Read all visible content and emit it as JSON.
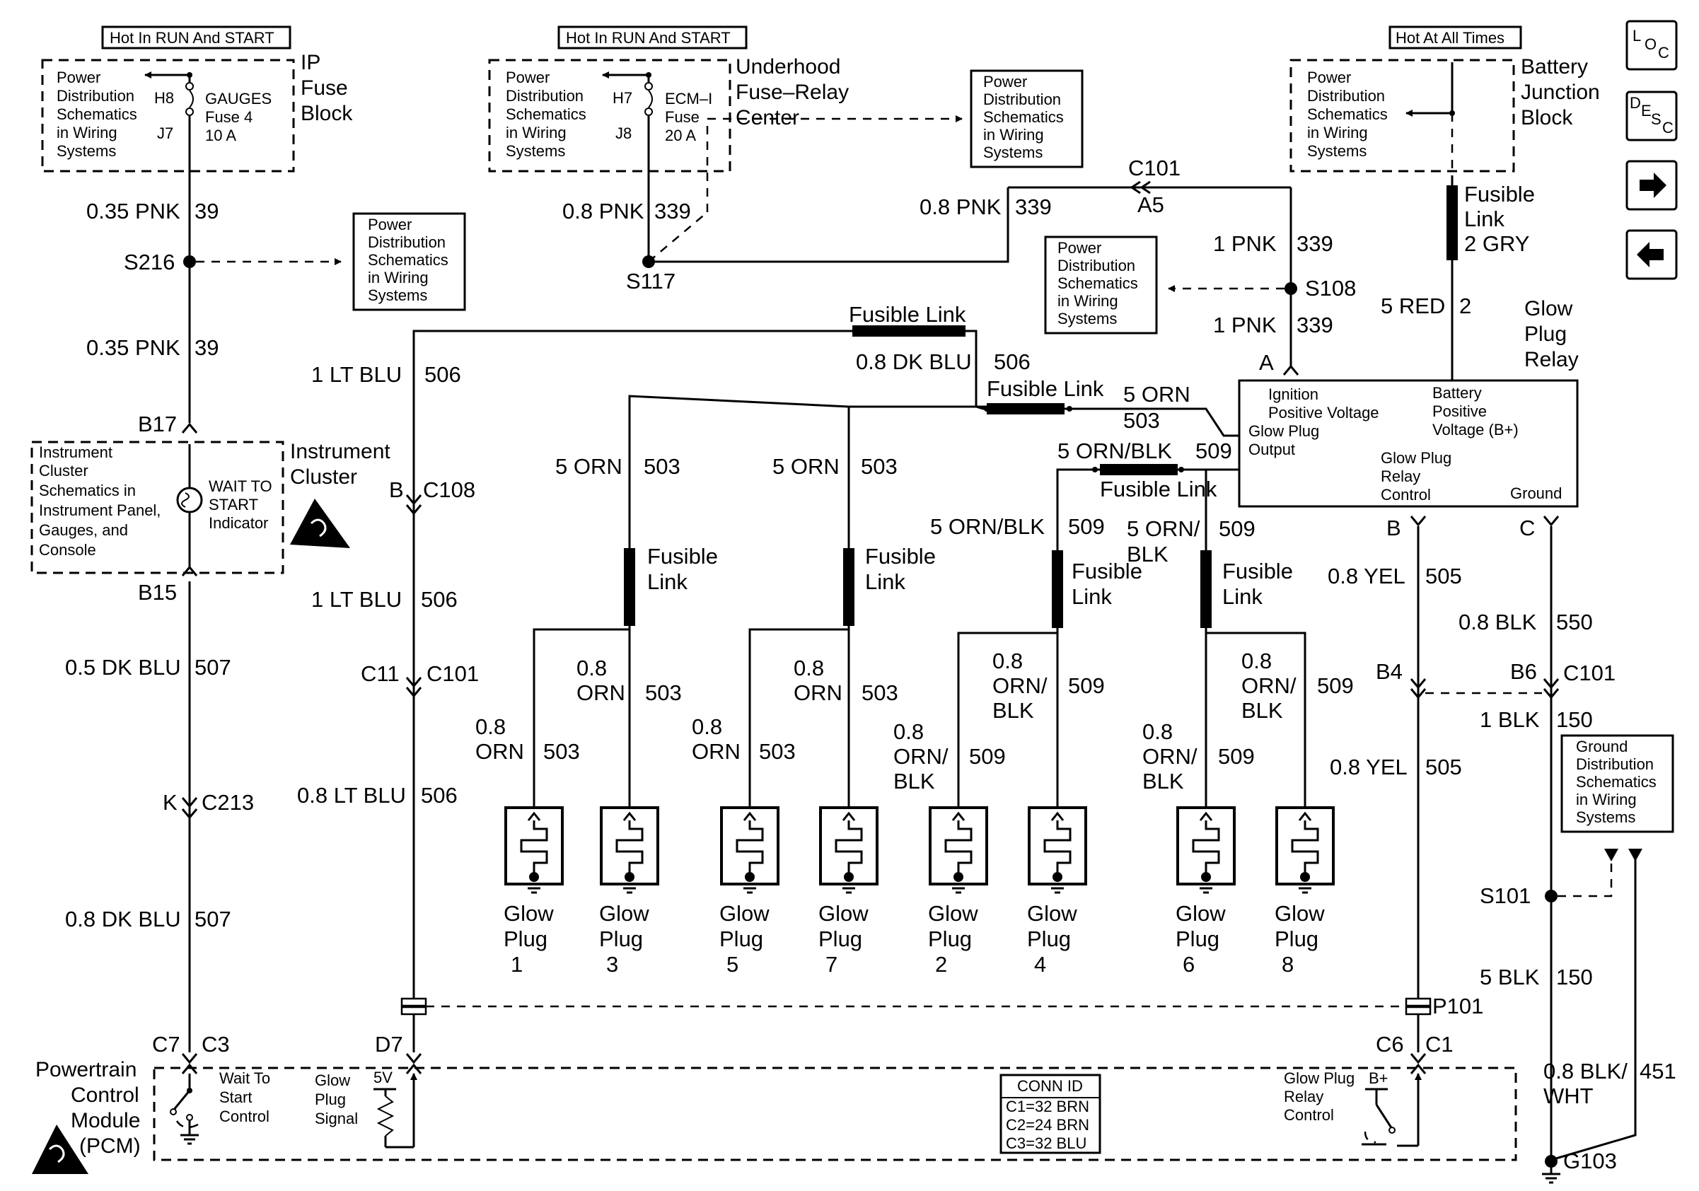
{
  "nav_buttons": {
    "loc_label": "LOC",
    "desc_label": "DESC"
  },
  "headers": {
    "ip_fuse": "Hot In RUN And START",
    "underhood": "Hot In RUN And START",
    "battery": "Hot At All Times"
  },
  "blocks": {
    "ip_fuse_block": [
      "IP",
      "Fuse",
      "Block"
    ],
    "underhood": [
      "Underhood",
      "Fuse–Relay",
      "Center"
    ],
    "battery_junction": [
      "Battery",
      "Junction",
      "Block"
    ],
    "instrument_cluster": [
      "Instrument",
      "Cluster"
    ],
    "glow_plug_relay": [
      "Glow",
      "Plug",
      "Relay"
    ],
    "pcm": [
      "Powertrain",
      "Control",
      "Module",
      "(PCM)"
    ]
  },
  "power_dist_ref": [
    "Power",
    "Distribution",
    "Schematics",
    "in Wiring",
    "Systems"
  ],
  "ground_dist_ref": [
    "Ground",
    "Distribution",
    "Schematics",
    "in Wiring",
    "Systems"
  ],
  "cluster_ref": [
    "Instrument",
    "Cluster",
    "Schematics in",
    "Instrument Panel,",
    "Gauges, and",
    "Console"
  ],
  "fuses": {
    "gauges": [
      "GAUGES",
      "Fuse 4",
      "10 A"
    ],
    "ecm": [
      "ECM–I",
      "Fuse",
      "20 A"
    ]
  },
  "indicator": [
    "WAIT TO",
    "START",
    "Indicator"
  ],
  "relay_pins": {
    "ignition": [
      "Ignition",
      "Positive Voltage"
    ],
    "battery": [
      "Battery",
      "Positive",
      "Voltage (B+)"
    ],
    "output": [
      "Glow Plug",
      "Output"
    ],
    "control": [
      "Glow Plug",
      "Relay",
      "Control"
    ],
    "ground": "Ground"
  },
  "pcm_internal": {
    "wait_to_start": [
      "Wait To",
      "Start",
      "Control"
    ],
    "glow_plug_signal": [
      "Glow",
      "Plug",
      "Signal"
    ],
    "five_v": "5V",
    "relay_control": [
      "Glow Plug",
      "Relay",
      "Control"
    ],
    "b_plus": "B+"
  },
  "conn_id": {
    "title": "CONN ID",
    "rows": [
      "C1=32 BRN",
      "C2=24 BRN",
      "C3=32 BLU"
    ]
  },
  "fusible_link_label": "Fusible Link",
  "fusible_link_stacked": [
    "Fusible",
    "Link"
  ],
  "fusible_link_2gry": [
    "Fusible",
    "Link",
    "2 GRY"
  ],
  "glow_plugs": [
    {
      "word1": "Glow",
      "word2": "Plug",
      "num": "1"
    },
    {
      "word1": "Glow",
      "word2": "Plug",
      "num": "3"
    },
    {
      "word1": "Glow",
      "word2": "Plug",
      "num": "5"
    },
    {
      "word1": "Glow",
      "word2": "Plug",
      "num": "7"
    },
    {
      "word1": "Glow",
      "word2": "Plug",
      "num": "2"
    },
    {
      "word1": "Glow",
      "word2": "Plug",
      "num": "4"
    },
    {
      "word1": "Glow",
      "word2": "Plug",
      "num": "6"
    },
    {
      "word1": "Glow",
      "word2": "Plug",
      "num": "8"
    }
  ],
  "wire_labels": {
    "pnk035": "0.35 PNK",
    "c39": "39",
    "dkblu05": "0.5 DK BLU",
    "dkblu08": "0.8 DK BLU",
    "c507": "507",
    "ltblu1": "1 LT BLU",
    "ltblu08": "0.8 LT BLU",
    "c506": "506",
    "pnk08": "0.8 PNK",
    "c339": "339",
    "pnk1": "1 PNK",
    "dkblu08b": "0.8 DK BLU",
    "orn5": "5 ORN",
    "c503": "503",
    "ornblk5": "5 ORN/BLK",
    "c509": "509",
    "ornslash5": "5 ORN/",
    "blk": "BLK",
    "orn08a": "0.8",
    "orn08b": "ORN",
    "orn08c": "ORN/",
    "red5": "5 RED",
    "c2": "2",
    "yel08": "0.8 YEL",
    "c505": "505",
    "blk08": "0.8 BLK",
    "c550": "550",
    "blk1": "1 BLK",
    "blk5": "5 BLK",
    "c150": "150",
    "blkwht08": "0.8 BLK/",
    "wht": "WHT",
    "c451": "451"
  },
  "connectors": {
    "h8": "H8",
    "j7": "J7",
    "h7": "H7",
    "j8": "J8",
    "s216": "S216",
    "s117": "S117",
    "s108": "S108",
    "s101": "S101",
    "b17": "B17",
    "b15": "B15",
    "k": "K",
    "c213": "C213",
    "c7": "C7",
    "c3": "C3",
    "d7": "D7",
    "c6": "C6",
    "c1": "C1",
    "b": "B",
    "c108": "C108",
    "c11": "C11",
    "c101": "C101",
    "a5": "A5",
    "a": "A",
    "b_relay": "B",
    "c_relay": "C",
    "b4": "B4",
    "b6": "B6",
    "p101": "P101",
    "g103": "G103"
  }
}
